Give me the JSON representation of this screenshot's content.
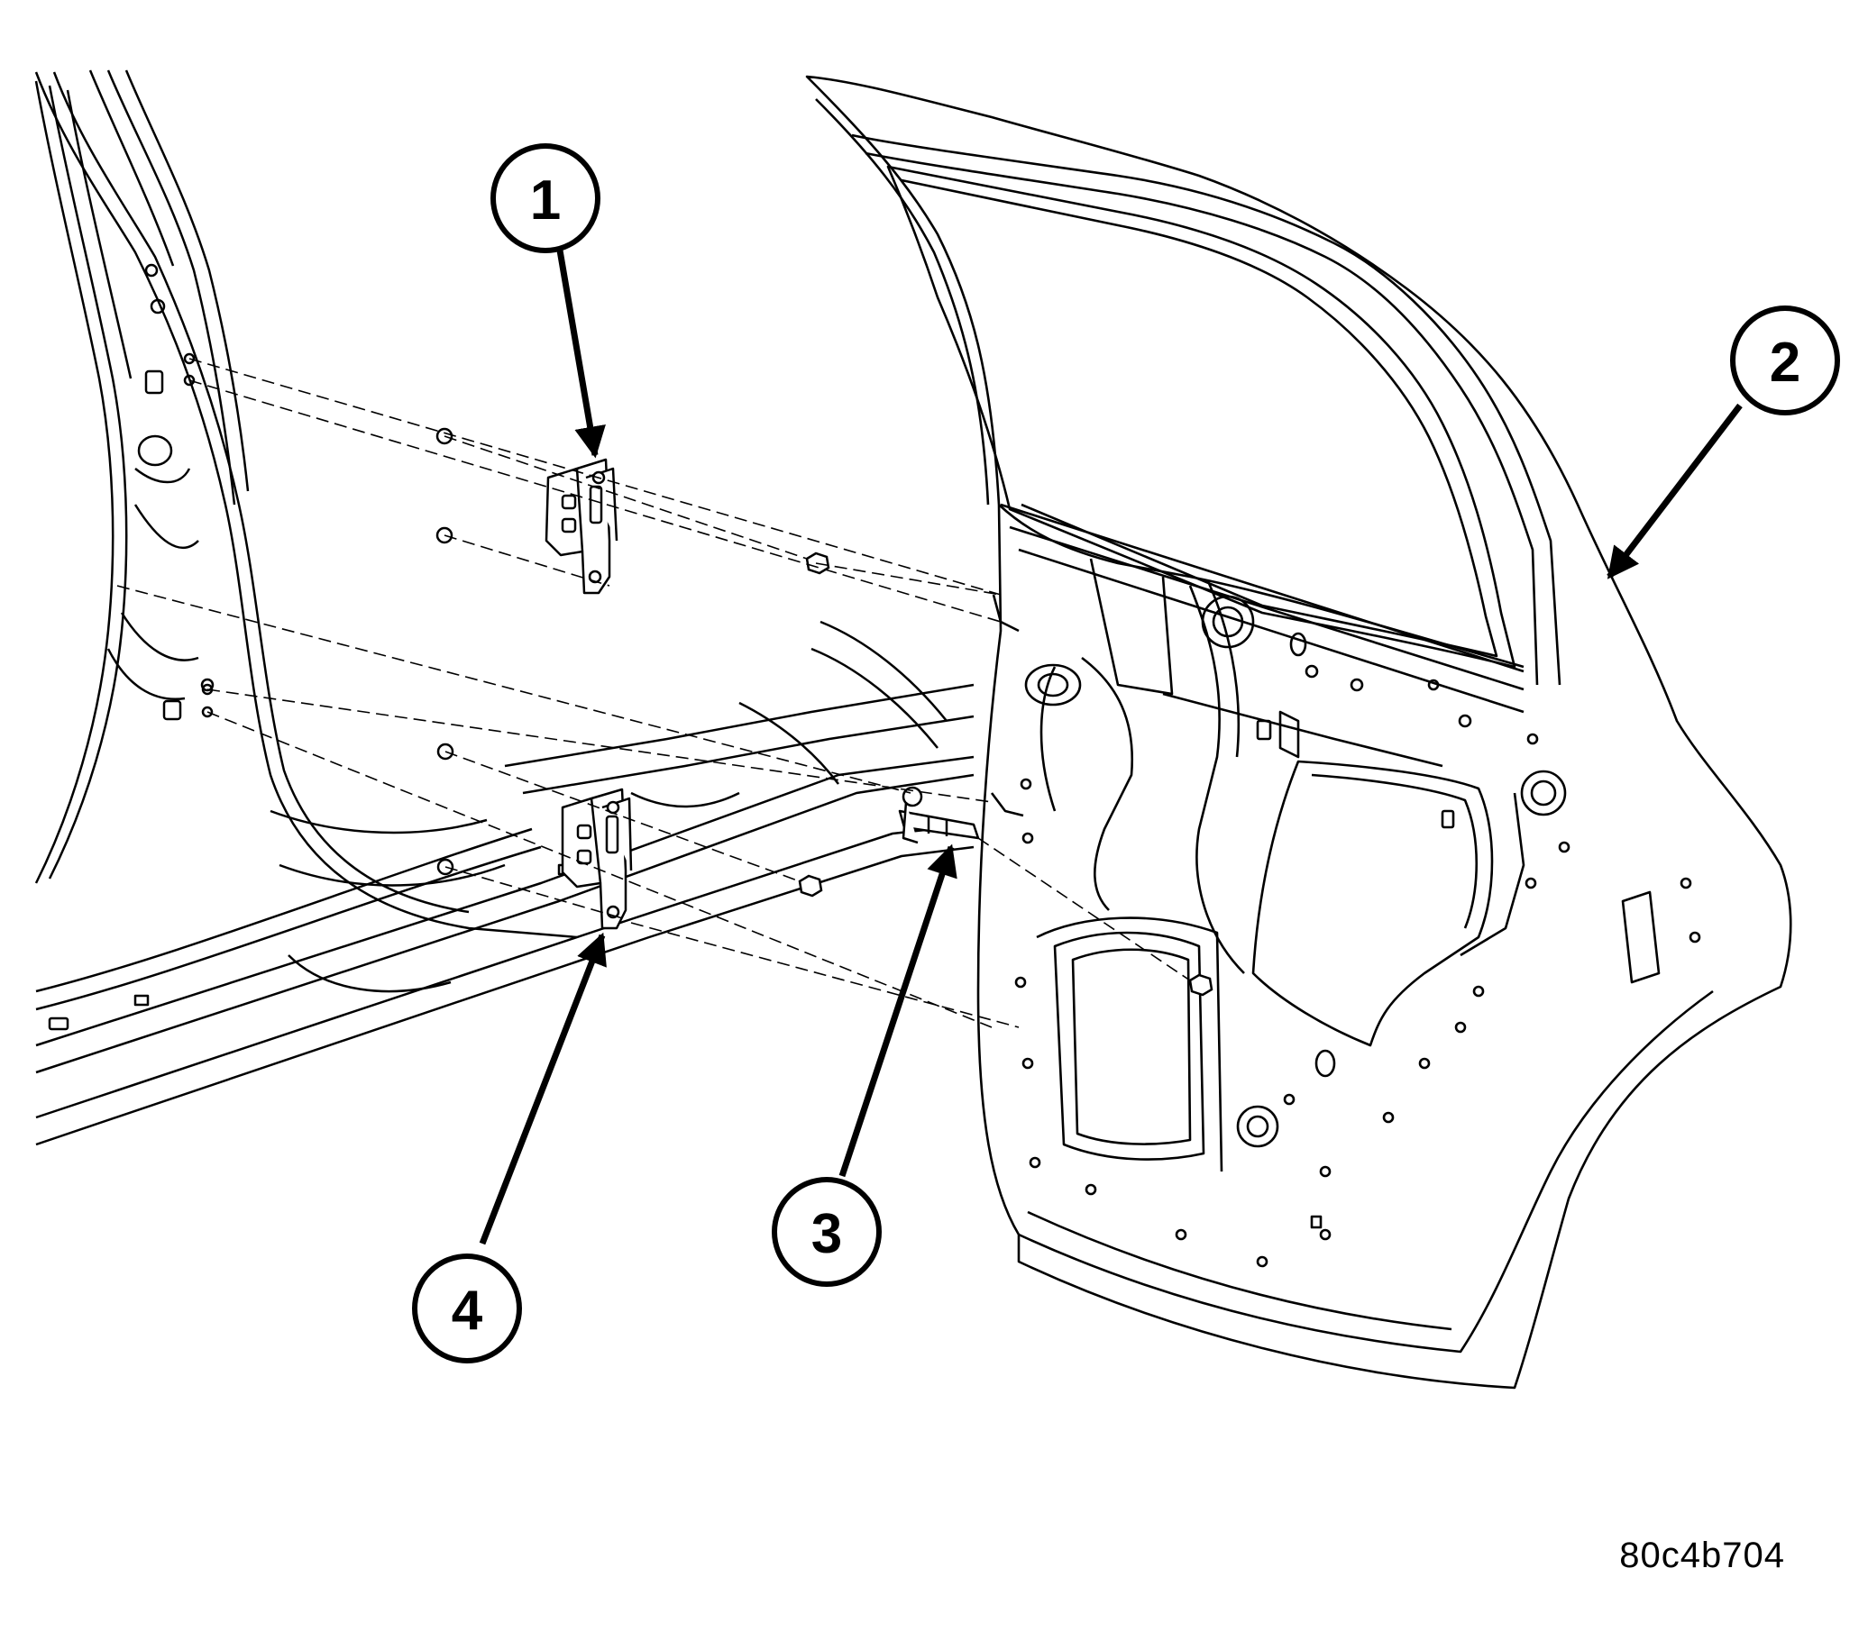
{
  "figure_id": "80c4b704",
  "callouts": [
    {
      "id": "callout-1",
      "label": "1"
    },
    {
      "id": "callout-2",
      "label": "2"
    },
    {
      "id": "callout-3",
      "label": "3"
    },
    {
      "id": "callout-4",
      "label": "4"
    }
  ],
  "colors": {
    "line": "#000000",
    "background": "#ffffff"
  }
}
